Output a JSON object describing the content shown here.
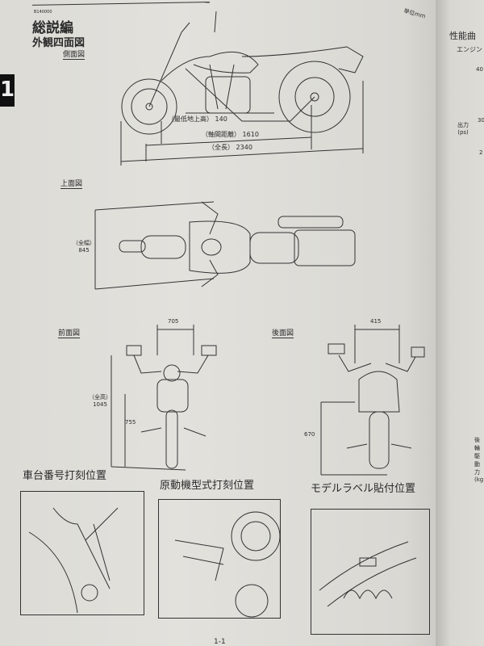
{
  "header": {
    "code": "B140000",
    "section": "総説編",
    "title": "外観四面図",
    "unit": "単位mm"
  },
  "tab_number": "1",
  "side_view": {
    "label": "側面図",
    "ground_clearance_label": "（最低地上高）",
    "ground_clearance": "140",
    "wheelbase_label": "（軸間距離）",
    "wheelbase": "1610",
    "length_label": "（全長）",
    "length": "2340"
  },
  "top_view": {
    "label": "上面図",
    "width_label": "（全幅）",
    "width": "845"
  },
  "front_view": {
    "label": "前面図",
    "top_dim": "705",
    "height_label": "（全高）",
    "height": "1045",
    "seat_dim": "755"
  },
  "rear_view": {
    "label": "後面図",
    "top_dim": "415",
    "seat_dim": "670"
  },
  "locations": [
    {
      "label": "車台番号打刻位置"
    },
    {
      "label": "原動機型式打刻位置"
    },
    {
      "label": "モデルラベル貼付位置"
    }
  ],
  "page_number": "1-1",
  "right_page": {
    "title": "性能曲",
    "subtitle": "エンジン",
    "y_tick_1": "40",
    "y_tick_2": "30",
    "y_tick_3": "2",
    "axis_label": "出力(ps)",
    "axis_label_2": "後輪駆動力(kg"
  }
}
